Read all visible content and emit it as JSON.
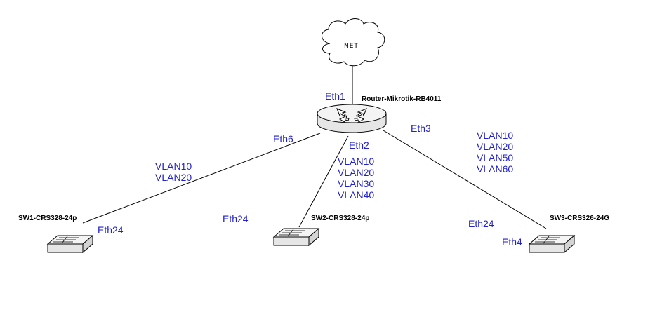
{
  "cloud": {
    "label": "NET"
  },
  "router": {
    "name": "Router-Mikrotik-RB4011"
  },
  "switches": {
    "sw1": {
      "name": "SW1-CRS328-24p"
    },
    "sw2": {
      "name": "SW2-CRS328-24p"
    },
    "sw3": {
      "name": "SW3-CRS326-24G"
    }
  },
  "ports": {
    "router_eth1": "Eth1",
    "router_eth6": "Eth6",
    "router_eth2": "Eth2",
    "router_eth3": "Eth3",
    "sw1_eth24": "Eth24",
    "sw2_eth24": "Eth24",
    "sw3_eth24": "Eth24",
    "sw3_eth4": "Eth4"
  },
  "vlans": {
    "link_sw1": [
      "VLAN10",
      "VLAN20"
    ],
    "link_sw2": [
      "VLAN10",
      "VLAN20",
      "VLAN30",
      "VLAN40"
    ],
    "link_sw3": [
      "VLAN10",
      "VLAN20",
      "VLAN50",
      "VLAN60"
    ]
  },
  "colors": {
    "label": "#2222cc",
    "line": "#000000",
    "background": "#ffffff"
  }
}
